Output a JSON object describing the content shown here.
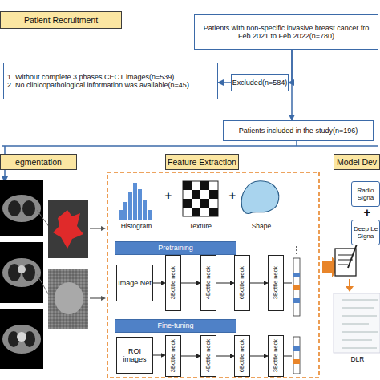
{
  "diagram": {
    "nodes": [
      {
        "text": [
          "Patient Recruitment"
        ]
      },
      {
        "text": [
          "Patients with non-specific invasive breast cancer fro Feb 2021 to Feb 2022(n=780)"
        ]
      },
      {
        "text": [
          "1. Without complete 3 phases CECT images(n=539)",
          "2. No clinicopathological information was available(n=45)"
        ]
      },
      {
        "text": [
          "Excluded(n=584)"
        ]
      },
      {
        "text": [
          "Patients included in the study(n=196)"
        ]
      },
      {
        "text": [
          "egmentation"
        ]
      },
      {
        "text": [
          "Feature Extraction"
        ]
      },
      {
        "text": [
          "Model Dev"
        ]
      },
      {
        "text": [
          "Pretraining"
        ]
      },
      {
        "text": [
          "Image Net"
        ]
      },
      {
        "text": [
          "3Bottle neck"
        ]
      },
      {
        "text": [
          "4Bottle neck"
        ]
      },
      {
        "text": [
          "6Bottle neck"
        ]
      },
      {
        "text": [
          "3Bottle neck"
        ]
      },
      {
        "text": [
          "Fine-tuning"
        ]
      },
      {
        "text": [
          "ROI images"
        ]
      },
      {
        "text": [
          "3Bottle neck"
        ]
      },
      {
        "text": [
          "4Bottle neck"
        ]
      },
      {
        "text": [
          "6Bottle neck"
        ]
      },
      {
        "text": [
          "3Bottle neck"
        ]
      },
      {
        "text": [
          "Radio Signa"
        ]
      },
      {
        "text": [
          "Deep Le Signa"
        ]
      }
    ],
    "edges": [
      {
        "from": 1,
        "to": 4,
        "arrow": "to"
      },
      {
        "from": 1,
        "to": 3,
        "arrow": "to"
      },
      {
        "from": 3,
        "to": 2,
        "arrow": "to"
      },
      {
        "from": 9,
        "to": 10,
        "arrow": "to"
      },
      {
        "from": 10,
        "to": 11,
        "arrow": "to"
      },
      {
        "from": 11,
        "to": 12,
        "arrow": "to"
      },
      {
        "from": 12,
        "to": 13,
        "arrow": "to"
      },
      {
        "from": 15,
        "to": 16,
        "arrow": "to"
      },
      {
        "from": 16,
        "to": 17,
        "arrow": "to"
      },
      {
        "from": 17,
        "to": 18,
        "arrow": "to"
      },
      {
        "from": 18,
        "to": 19,
        "arrow": "to"
      }
    ],
    "labels": [
      "Histogram",
      "Texture",
      "Shape",
      "+",
      "+",
      "+",
      "DLR"
    ]
  }
}
